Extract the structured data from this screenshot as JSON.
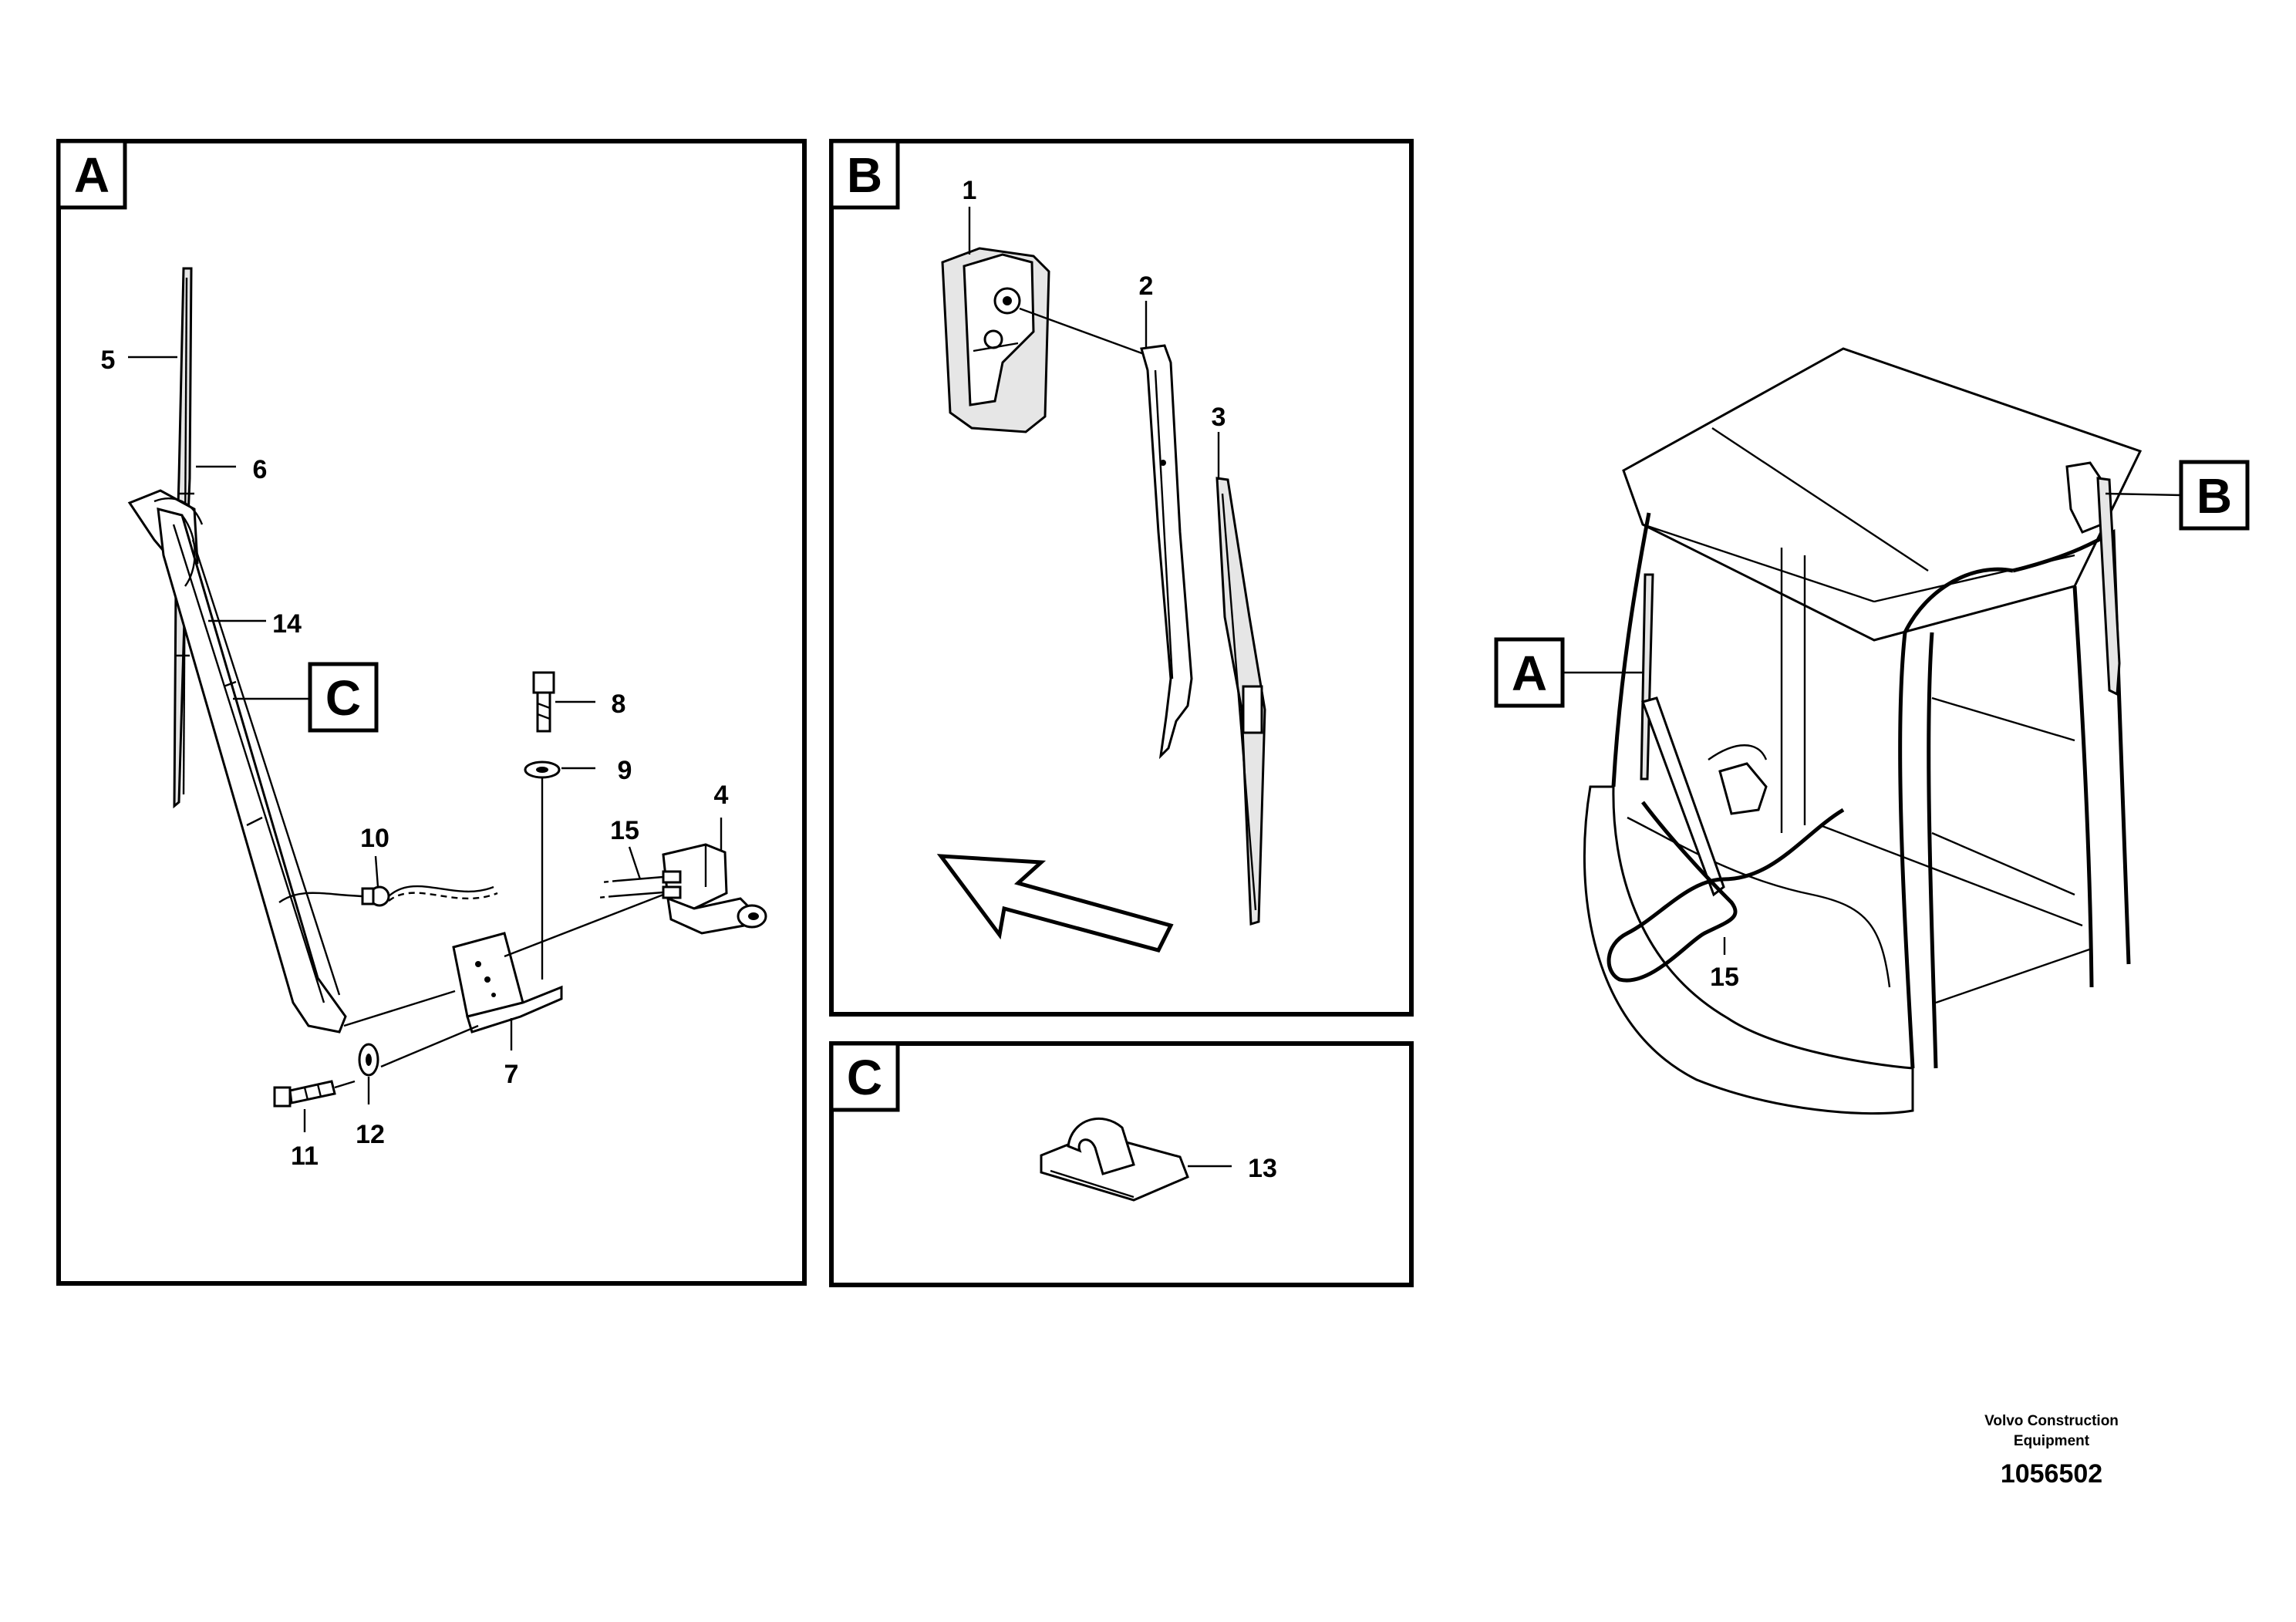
{
  "panels": {
    "a": {
      "label": "A"
    },
    "b": {
      "label": "B"
    },
    "c": {
      "label": "C"
    }
  },
  "callouts": {
    "a": {
      "p5": "5",
      "p6": "6",
      "p14": "14",
      "p8": "8",
      "p9": "9",
      "p4": "4",
      "p10": "10",
      "p15": "15",
      "p7": "7",
      "p11": "11",
      "p12": "12",
      "ref_c": "C"
    },
    "b": {
      "p1": "1",
      "p2": "2",
      "p3": "3"
    },
    "c": {
      "p13": "13"
    },
    "overview": {
      "ref_a": "A",
      "ref_b": "B",
      "p15": "15"
    }
  },
  "footer": {
    "company_line1": "Volvo Construction",
    "company_line2": "Equipment",
    "drawing_number": "1056502"
  }
}
